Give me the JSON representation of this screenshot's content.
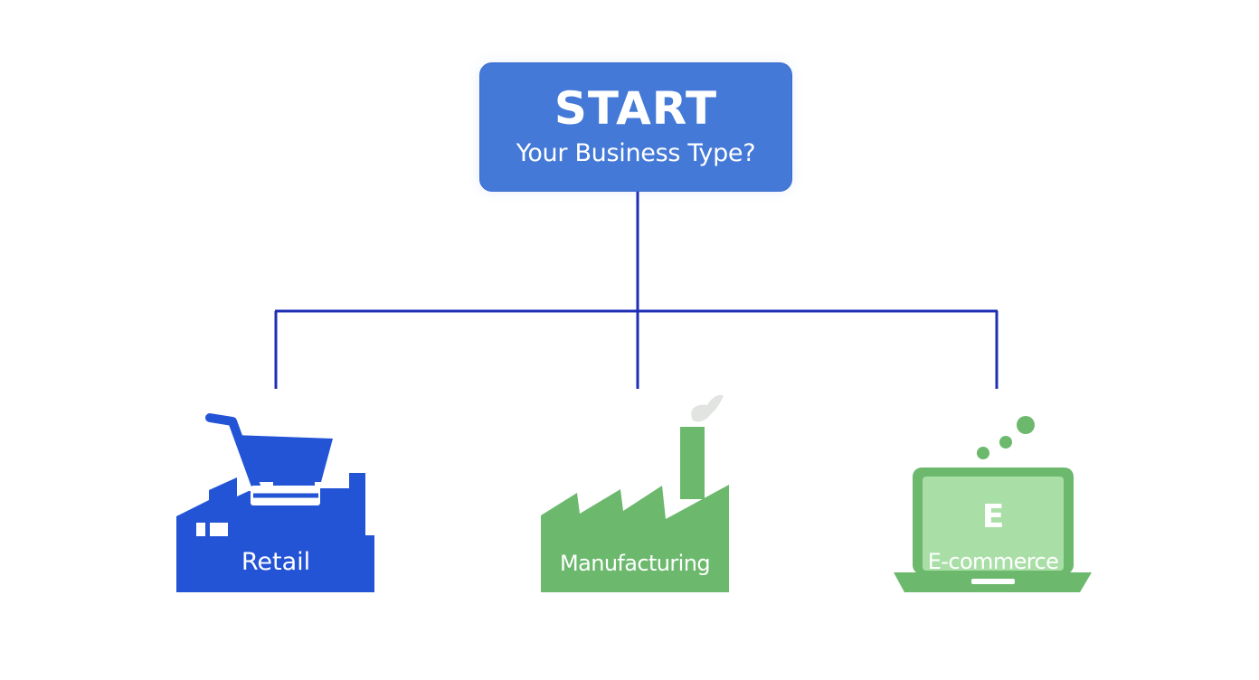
{
  "start_node": {
    "title": "START",
    "question": "Your Business Type?"
  },
  "branches": [
    {
      "label": "Retail",
      "icon": "shopping-cart-storefront-icon"
    },
    {
      "label": "Manufacturing",
      "icon": "factory-icon"
    },
    {
      "label": "E-commerce",
      "icon": "laptop-icon",
      "screen_text": "E"
    }
  ],
  "colors": {
    "start_fill": "#4479d7",
    "connector": "#1f2fb5",
    "retail": "#2454d6",
    "manufacturing": "#6cb96e",
    "ecommerce": "#6cb96e",
    "ecommerce_screen": "#a9dfa6"
  }
}
